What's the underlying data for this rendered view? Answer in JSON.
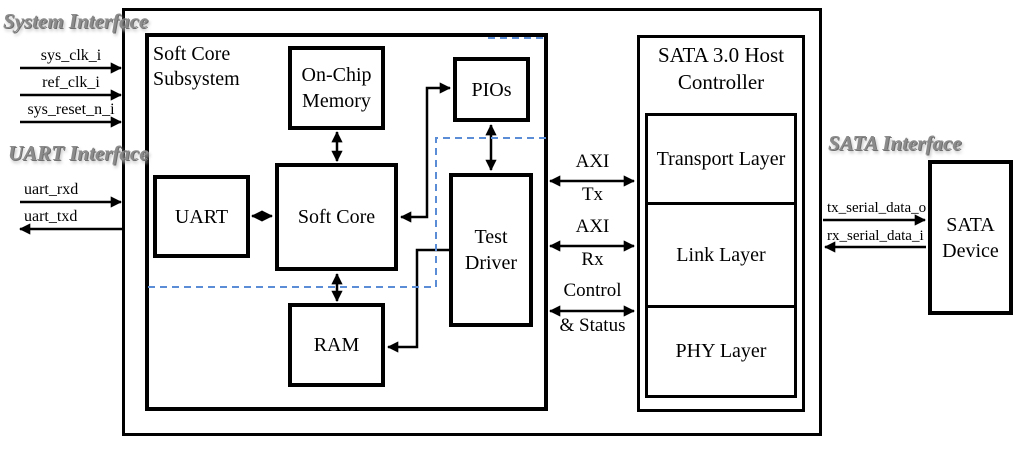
{
  "colors": {
    "line": "#000000",
    "dashed_line": "#5b8dd6",
    "heading_gray": "#8b8b8b"
  },
  "left": {
    "system_heading": "System Interface",
    "system_signals": [
      "sys_clk_i",
      "ref_clk_i",
      "sys_reset_n_i"
    ],
    "uart_heading": "UART Interface",
    "uart_signals": [
      "uart_rxd",
      "uart_txd"
    ]
  },
  "subsystem": {
    "title": "Soft Core Subsystem",
    "blocks": {
      "on_chip_memory": "On-Chip Memory",
      "pios": "PIOs",
      "uart": "UART",
      "soft_core": "Soft Core",
      "test_driver": "Test Driver",
      "ram": "RAM"
    }
  },
  "bus": [
    {
      "line1": "AXI",
      "line2": "Tx"
    },
    {
      "line1": "AXI",
      "line2": "Rx"
    },
    {
      "line1": "Control",
      "line2": "& Status"
    }
  ],
  "sata": {
    "title": "SATA 3.0 Host Controller",
    "layers": [
      "Transport Layer",
      "Link Layer",
      "PHY Layer"
    ]
  },
  "right": {
    "heading": "SATA Interface",
    "signals": [
      "tx_serial_data_o",
      "rx_serial_data_i"
    ],
    "device": "SATA Device"
  }
}
